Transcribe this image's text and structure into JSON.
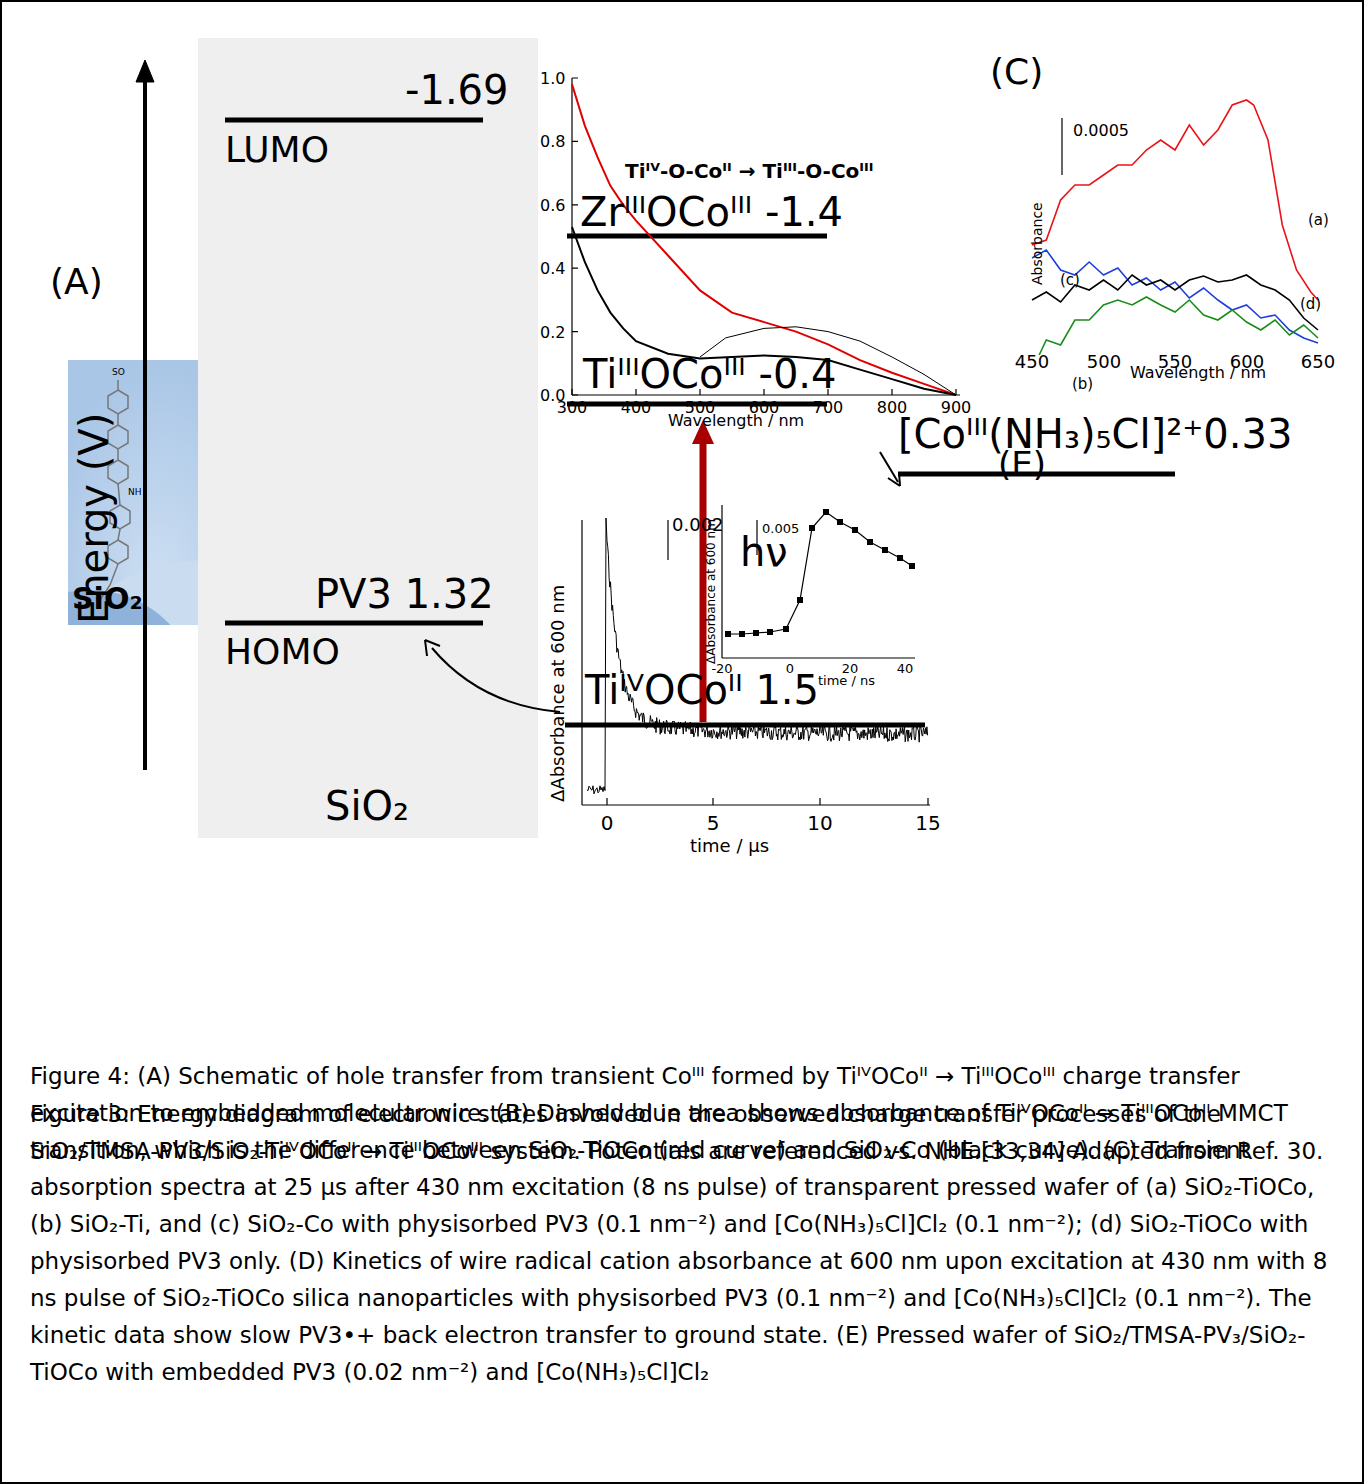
{
  "diagram": {
    "caption": "Figure 4: (A) Schematic of hole transfer from transient Coᴵᴵᴵ formed by TiᴵⱽOCoᴵᴵ → TiᴵᴵᴵOCoᴵᴵᴵ charge transfer excitation to embedded molecular wire. (B) Dashed blue area shows absorbance of TiᴵⱽOCoᴵᴵ → TiᴵᴵᴵOCoᴵᴵ MMCT transition, which is the difference between SiO₂-TiOCo (red curve) and SiO₂-Co (black curve). (C) Transient absorption spectra at 25 µs after 430 nm excitation (8 ns pulse) of transparent pressed wafer of (a) SiO₂-TiOCo, (b) SiO₂-Ti, and (c) SiO₂-Co with physisorbed PV3 (0.1 nm⁻²) and [Co(NH₃)₅Cl]Cl₂ (0.1 nm⁻²); (d) SiO₂-TiOCo with physisorbed PV3 only. (D) Kinetics of wire radical cation absorbance at 600 nm upon excitation at 430 nm with 8 ns pulse of SiO₂-TiOCo silica nanoparticles with physisorbed PV3 (0.1 nm⁻²) and [Co(NH₃)₅Cl]Cl₂ (0.1 nm⁻²). The kinetic data show slow PV3•+ back electron transfer to ground state. (E) Pressed wafer of SiO₂/TMSA-PV₃/SiO₂-TiOCo with embedded PV3 (0.02 nm⁻²) and [Co(NH₃)₅Cl]Cl₂",
    "nodes": [
      {
        "text": [
          "SiO₂"
        ]
      }
    ],
    "labels": [
      "(A)",
      "Energy (V)",
      "SO",
      "NH",
      "SiO₂",
      "-1.69",
      "LUMO",
      "PV3 1.32",
      "HOMO",
      "Tiᴵⱽ-O-Coᴵᴵ → Tiᴵᴵᴵ-O-Coᴵᴵᴵ",
      "ZrᴵᴵᴵOCoᴵᴵᴵ -1.4",
      "TiᴵᴵᴵOCoᴵᴵᴵ -0.4",
      "[Coᴵᴵᴵ(NH₃)₅Cl]²⁺0.33",
      "(E)",
      "hν",
      "TiᴵⱽOCoᴵᴵ 1.5",
      "1.0",
      "0.8",
      "0.6",
      "0.4",
      "0.2",
      "0.0",
      "300",
      "400",
      "500",
      "600",
      "700",
      "800",
      "900",
      "Wavelength / nm",
      "(C)",
      "0.0005",
      "Absorbance",
      "(a)",
      "(c)",
      "(d)",
      "(b)",
      "450",
      "500",
      "550",
      "600",
      "650",
      "Wavelength / nm",
      "ΔAbsorbance at 600 nm",
      "0.002",
      "0",
      "5",
      "10",
      "15",
      "time / µs",
      "ΔAbsorbance at 600 nm",
      "0.005",
      "-20",
      "0",
      "20",
      "40",
      "time / ns",
      "Figure 3: Energy diagram of electronic states involved in the observed charge transfer processes of the SiO₂/TMSA-PV3/SiO₂-TiᴵⱽOCoᴵᴵ → TiᴵᴵᴵOCoᴵᴵᴵ system. Potentials are referenced vs. NHE.[33,34] Adapted from Ref. 30."
    ]
  }
}
